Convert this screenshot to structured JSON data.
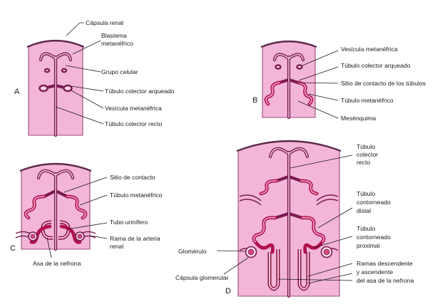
{
  "panels": {
    "a": {
      "letter": "A",
      "labels": {
        "capsula_renal": "Cápsula renal",
        "blastema_1": "Blastema",
        "blastema_2": "metanéfrico",
        "grupo_celular": "Grupo celular",
        "tubulo_colector_arqueado": "Túbulo colector arqueado",
        "vesicula_metanefrica": "Vesícula metanéfrica",
        "tubulo_colector_recto": "Túbulo colector recto"
      }
    },
    "b": {
      "letter": "B",
      "labels": {
        "vesicula_metanefrica": "Vesícula metanéfrica",
        "tubulo_colector_arqueado": "Túbulo colector arqueado",
        "sitio_contacto_tubulos": "Sitio de contacto de los túbulos",
        "tubulo_metanefrico": "Túbulo metanéfrico",
        "mesenquima": "Mesénquima"
      }
    },
    "c": {
      "letter": "C",
      "labels": {
        "sitio_contacto": "Sitio de contacto",
        "tubulo_metanefrico": "Túbulo metanéfrico",
        "tubo_urinifero": "Tubo urinífero",
        "rama_arteria_1": "Rama de la arteria",
        "rama_arteria_2": "renal",
        "asa_nefrona": "Asa de la nefrona"
      }
    },
    "d": {
      "letter": "D",
      "labels": {
        "tubulo_colector_1": "Túbulo",
        "tubulo_colector_2": "colector",
        "tubulo_colector_3": "recto",
        "contorneado_distal_1": "Túbulo",
        "contorneado_distal_2": "contorneado",
        "contorneado_distal_3": "distal",
        "contorneado_proximal_1": "Túbulo",
        "contorneado_proximal_2": "contorneado",
        "contorneado_proximal_3": "proximal",
        "glomerulo": "Glomérulo",
        "capsula_glomerular": "Cápsula glomerular",
        "ramas_1": "Ramas descendente",
        "ramas_2": "y ascendente",
        "ramas_3": "del asa de la nefrona"
      }
    }
  },
  "colors": {
    "tissue": "#f3b6d8",
    "duct": "#7a1a50",
    "tubule": "#b0124e"
  }
}
